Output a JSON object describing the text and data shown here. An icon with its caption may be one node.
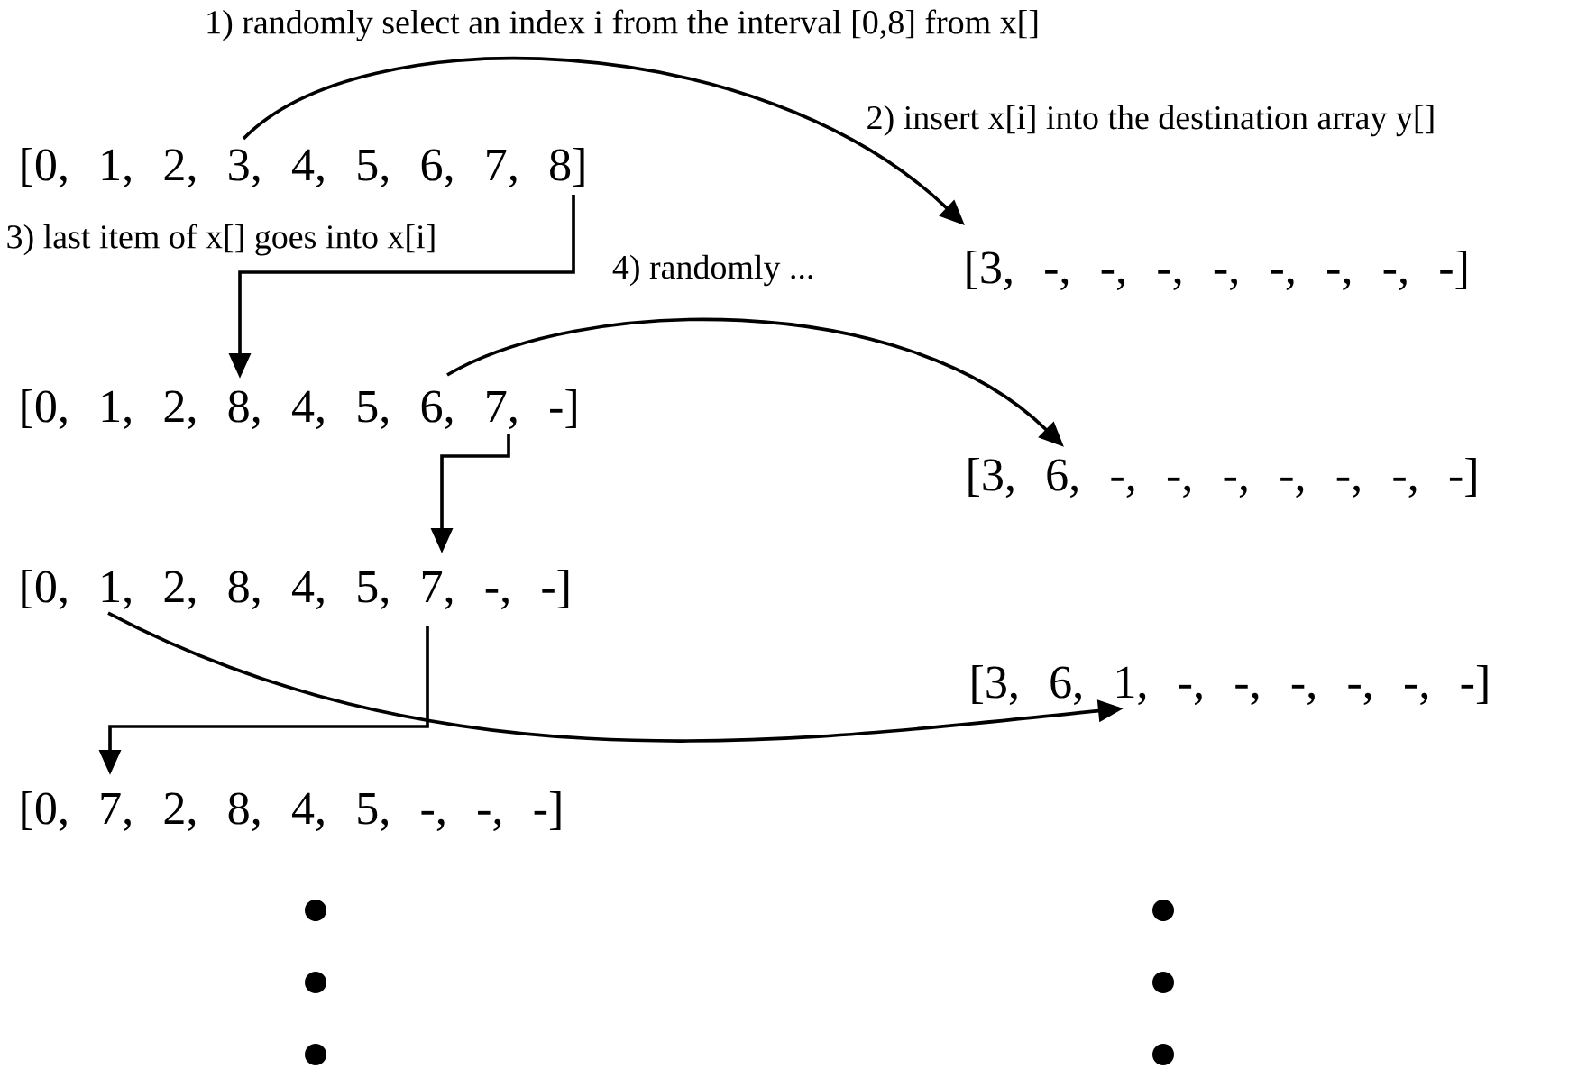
{
  "diagram": {
    "nodes": [
      {
        "text": [
          "[0, 1, 2, 3, 4, 5, 6, 7, 8]"
        ]
      },
      {
        "text": [
          "[3, -, -, -, -, -, -, -, -]"
        ]
      },
      {
        "text": [
          "[0, 1, 2, 8, 4, 5, 6, 7, -]"
        ]
      },
      {
        "text": [
          "[3, 6, -, -, -, -, -, -, -]"
        ]
      },
      {
        "text": [
          "[0, 1, 2, 8, 4, 5, 7, -, -]"
        ]
      },
      {
        "text": [
          "[3, 6, 1, -, -, -, -, -, -]"
        ]
      },
      {
        "text": [
          "[0, 7, 2, 8, 4, 5, -, -, -]"
        ]
      }
    ],
    "edges": [
      {
        "from": 0,
        "to": 1,
        "arrow": "to"
      },
      {
        "from": 0,
        "to": 2,
        "arrow": "to"
      },
      {
        "from": 2,
        "to": 3,
        "arrow": "to"
      },
      {
        "from": 2,
        "to": 4,
        "arrow": "to"
      },
      {
        "from": 4,
        "to": 5,
        "arrow": "to"
      },
      {
        "from": 4,
        "to": 6,
        "arrow": "to"
      }
    ],
    "labels": [
      "1) randomly select an index i from the interval [0,8] from x[]",
      "2) insert x[i] into the destination array y[]",
      "3) last item of x[] goes into x[i]",
      "4) randomly ..."
    ]
  }
}
